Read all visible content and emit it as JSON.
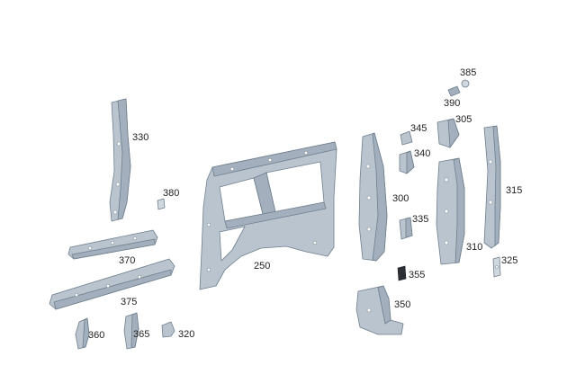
{
  "callouts": {
    "c250": "250",
    "c300": "300",
    "c305": "305",
    "c310": "310",
    "c315": "315",
    "c320": "320",
    "c325": "325",
    "c330": "330",
    "c335": "335",
    "c340": "340",
    "c345": "345",
    "c350": "350",
    "c355": "355",
    "c360": "360",
    "c365": "365",
    "c370": "370",
    "c375": "375",
    "c380": "380",
    "c385": "385",
    "c390": "390"
  }
}
